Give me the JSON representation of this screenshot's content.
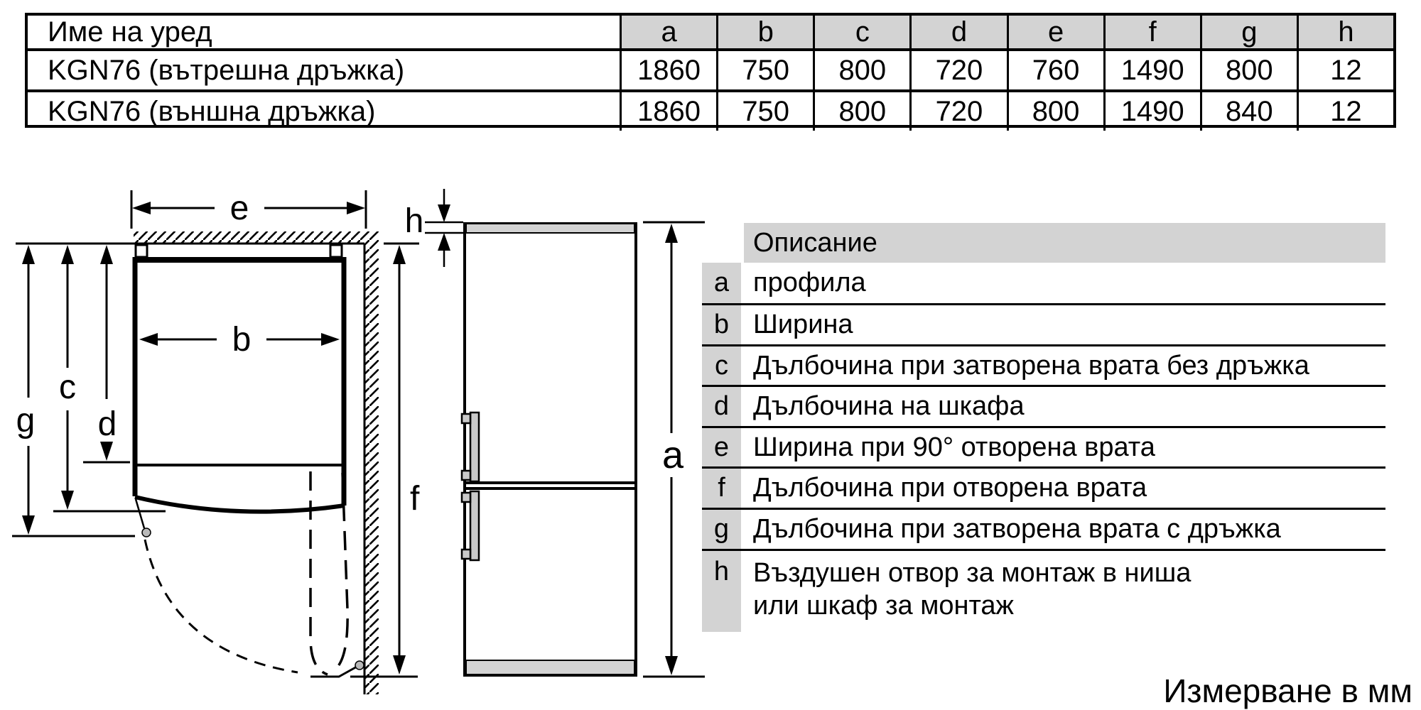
{
  "dimensions_table": {
    "name_header": "Име на уред",
    "col_headers": [
      "a",
      "b",
      "c",
      "d",
      "e",
      "f",
      "g",
      "h"
    ],
    "rows": [
      {
        "name": "KGN76 (вътрешна дръжка)",
        "values": [
          "1860",
          "750",
          "800",
          "720",
          "760",
          "1490",
          "800",
          "12"
        ]
      },
      {
        "name": "KGN76 (външна дръжка)",
        "values": [
          "1860",
          "750",
          "800",
          "720",
          "800",
          "1490",
          "840",
          "12"
        ]
      }
    ]
  },
  "diagram": {
    "labels": {
      "a": "a",
      "b": "b",
      "c": "c",
      "d": "d",
      "e": "e",
      "f": "f",
      "g": "g",
      "h": "h"
    }
  },
  "legend": {
    "header": "Описание",
    "entries": [
      {
        "key": "a",
        "text": "профила"
      },
      {
        "key": "b",
        "text": "Ширина"
      },
      {
        "key": "c",
        "text": "Дълбочина при затворена врата без дръжка"
      },
      {
        "key": "d",
        "text": "Дълбочина на шкафа"
      },
      {
        "key": "e",
        "text": "Ширина при 90° отворена врата"
      },
      {
        "key": "f",
        "text": "Дълбочина при отворена врата"
      },
      {
        "key": "g",
        "text": "Дълбочина при затворена врата с дръжка"
      },
      {
        "key": "h",
        "text": "Въздушен отвор за монтаж в ниша",
        "text2": "или шкаф за монтаж"
      }
    ]
  },
  "footer": {
    "note": "Измерване в мм"
  },
  "colors": {
    "cell_gray": "#d3d3d3",
    "hinge_gray": "#b9b9b9",
    "line": "#000000"
  }
}
